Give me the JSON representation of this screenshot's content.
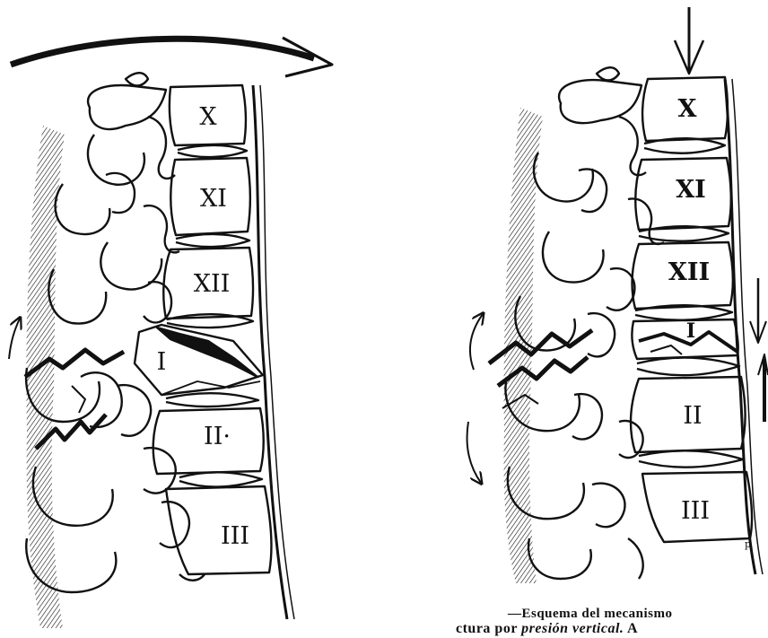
{
  "left_diagram": {
    "vertebrae": [
      "X",
      "XI",
      "XII",
      "I",
      "II·",
      "III"
    ]
  },
  "right_diagram": {
    "vertebrae": [
      "X",
      "XI",
      "XII",
      "I",
      "II",
      "III"
    ],
    "signature": "p"
  },
  "caption": {
    "line1": "—Esquema del mecanismo",
    "line2_prefix": "ctura por",
    "line2_italic": "presión vertical.",
    "line2_suffix": "A"
  },
  "colors": {
    "ink": "#111111",
    "paper": "#ffffff"
  }
}
